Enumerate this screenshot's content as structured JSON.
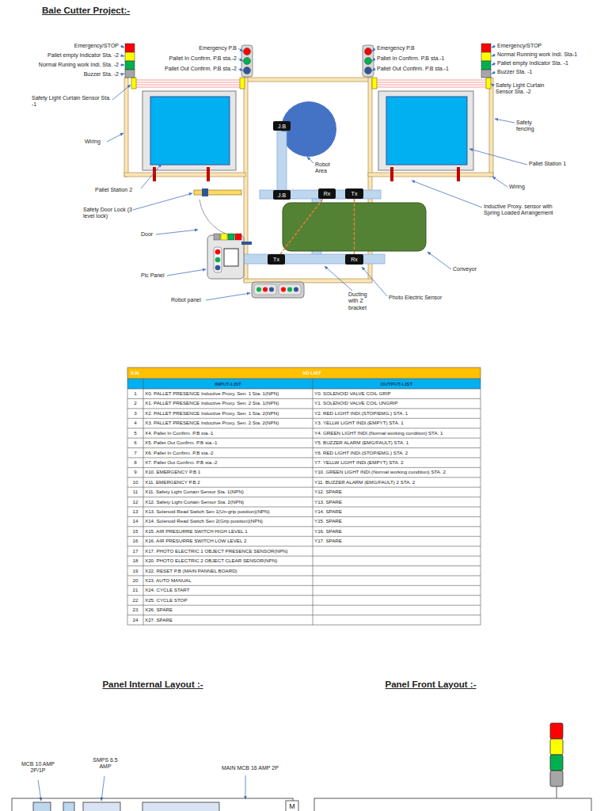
{
  "diagram": {
    "title": "Bale Cutter Project:-",
    "nodes": [
      {
        "text": [
          "J.B"
        ]
      },
      {
        "text": [
          "J.B"
        ]
      },
      {
        "text": [
          "Rx"
        ]
      },
      {
        "text": [
          "Tx"
        ]
      },
      {
        "text": [
          "Tx"
        ]
      },
      {
        "text": [
          "Rx"
        ]
      }
    ],
    "edges": [
      {
        "from": 4,
        "to": 2,
        "arrow": "none"
      },
      {
        "from": 3,
        "to": 5,
        "arrow": "none"
      }
    ],
    "labels": [
      "Emergency/STOP",
      "Pallet empty Indicator Sta. -2",
      "Normal Runing work Indi. Sta. -2",
      "Buzzer Sta. -2",
      "Emergency P.B",
      "Pallet In Confirm. P.B sta.-2",
      "Pallet Out Confirm. P.B sta.-2",
      "Emergency P.B",
      "Pallet In Confirm. P.B sta.-1",
      "Pallet Out Confirm. P.B sta.-1",
      "Emergency/STOP",
      "Normal Running work Indi. Sta-1",
      "Pallet empty Indicator Sta. -1",
      "Buzzer Sta. -1",
      "Safety Light Curtain Sensor Sta. -1",
      "Safety Light Curtain Sensor Sta. -2",
      "Safety fencing",
      "Wiring",
      "Robot Area",
      "Pallet Station 1",
      "Wiring",
      "Pallet Station 2",
      "Inductive Proxy. sensor with Spring Loaded Arrangement",
      "Safety Door Lock (3 level lock)",
      "Door",
      "Conveyor",
      "Plc Panel",
      "Robot panel",
      "Ducting with Z bracket",
      "Photo Electric Sensor",
      "S.N.",
      "I/O LIST",
      "INPUT-LIST",
      "OUTPUT-LIST",
      "1",
      "X0. PALLET PRESENCE Inductive Proxy. Sen. 1 Sta. 1(NPN)",
      "Y0. SOLENOID VALVE COIL GRIP",
      "2",
      "X1. PALLET PRESENCE Inductive Proxy. Sen. 2 Sta. 1(NPN)",
      "Y1. SOLENOID VALVE COIL UNGRIP",
      "3",
      "X2. PALLET PRESENCE Inductive Proxy. Sen. 1 Sta. 2(NPN)",
      "Y2. RED LIGHT INDI.(STOP/EMG.) STA. 1",
      "4",
      "X3. PALLET PRESENCE Inductive Proxy. Sen. 2 Sta. 2(NPN)",
      "Y3. YELLW LIGHT INDI.(EMPYT) STA. 1",
      "5",
      "X4. Pallet In Confirm. P.B sta.-1",
      "Y4. GREEN LIGHT  INDI.(Normal working condition) STA. 1",
      "6",
      "X5. Pallet Out Confirm. P.B sta.-1",
      "Y5. BUZZER ALARM (EMG/FAULT) STA. 1",
      "7",
      "X6. Pallet In Confirm. P.B sta.-2",
      "Y6. RED LIGHT INDI.(STOP/EMG.) STA. 2",
      "8",
      "X7. Pallet Out Confirm. P.B sta.-2",
      "Y7. YELLW LIGHT INDI.(EMPYT) STA. 2",
      "9",
      "X10. EMERGENCY P.B 1",
      "Y10. GREEN LIGHT INDI.(Normal working condition) STA. 2",
      "10",
      "X11. EMERGENCY P.B 2",
      "Y11. BUZZER ALARM (EMG/FAULT) 2 STA. 2",
      "11",
      "X11. Safety Light Curtain Sensor Sta. 1(NPN)",
      "Y12. SPARE",
      "12",
      "X12. Safety Light Curtain Sensor Sta. 2(NPN)",
      "Y13. SPARE",
      "13",
      "X13. Solenoid Read Switch Sen 1(Un-grip position)(NPN)",
      "Y14. SPARE",
      "14",
      "X14. Solenoid Read Switch Sen 2(Grip position)(NPN)",
      "Y15. SPARE",
      "15",
      "X15. AIR PRESURRE SWITCH HIGH LEVEL 1",
      "Y16. SPARE",
      "16",
      "X16. AIR PRESURRE SWITCH LOW LEVEL 2",
      "Y17. SPARE",
      "17",
      "X17. PHOTO ELECTRIC 1 OBJECT PRESENCE SENSOR(NPN)",
      "18",
      "X20. PHOTO ELECTRIC 2 OBJECT CLEAR SENSOR(NPN)",
      "19",
      "X22. RESET P.B (MAIN PANNEL BOARD)",
      "20",
      "X23. AUTO MANUAL",
      "21",
      "X24. CYCLE START",
      "22",
      "X25. CYCLE STOP",
      "23",
      "X26. SPARE",
      "24",
      "X27. SPARE",
      "Panel Internal Layout :-",
      "Panel Front Layout :-",
      "MCB 10 AMP 2P/1P",
      "SMPS 6.5 AMP",
      "MAIN MCB 16 AMP 2P",
      "M"
    ]
  }
}
